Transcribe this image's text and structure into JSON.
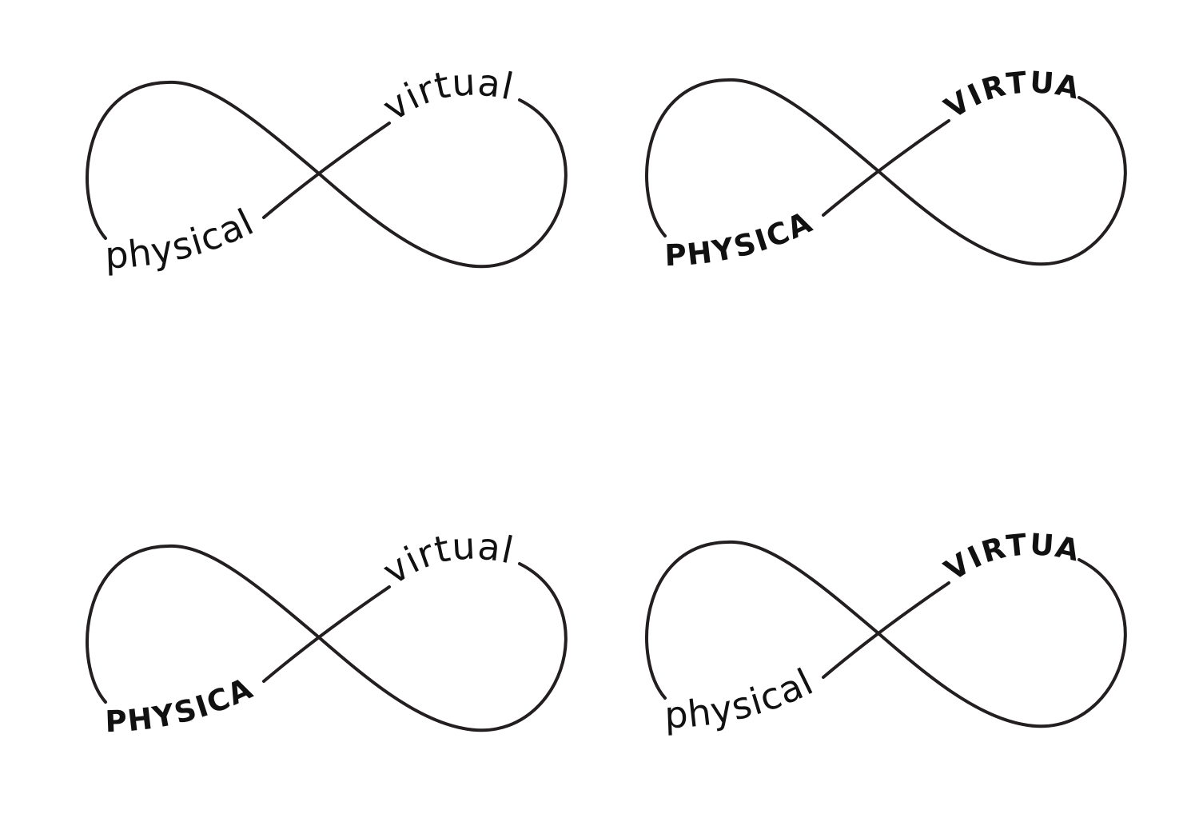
{
  "variants": [
    {
      "physical": "physical",
      "virtual": "virtual",
      "physical_weight": "regular",
      "virtual_weight": "regular"
    },
    {
      "physical": "PHYSICAL",
      "virtual": "VIRTUAL",
      "physical_weight": "bold",
      "virtual_weight": "bold"
    },
    {
      "physical": "PHYSICAL",
      "virtual": "virtual",
      "physical_weight": "bold",
      "virtual_weight": "regular"
    },
    {
      "physical": "physical",
      "virtual": "VIRTUAL",
      "physical_weight": "regular",
      "virtual_weight": "bold"
    }
  ],
  "colors": {
    "stroke": "#231f20",
    "text": "#111111",
    "background": "#ffffff"
  }
}
